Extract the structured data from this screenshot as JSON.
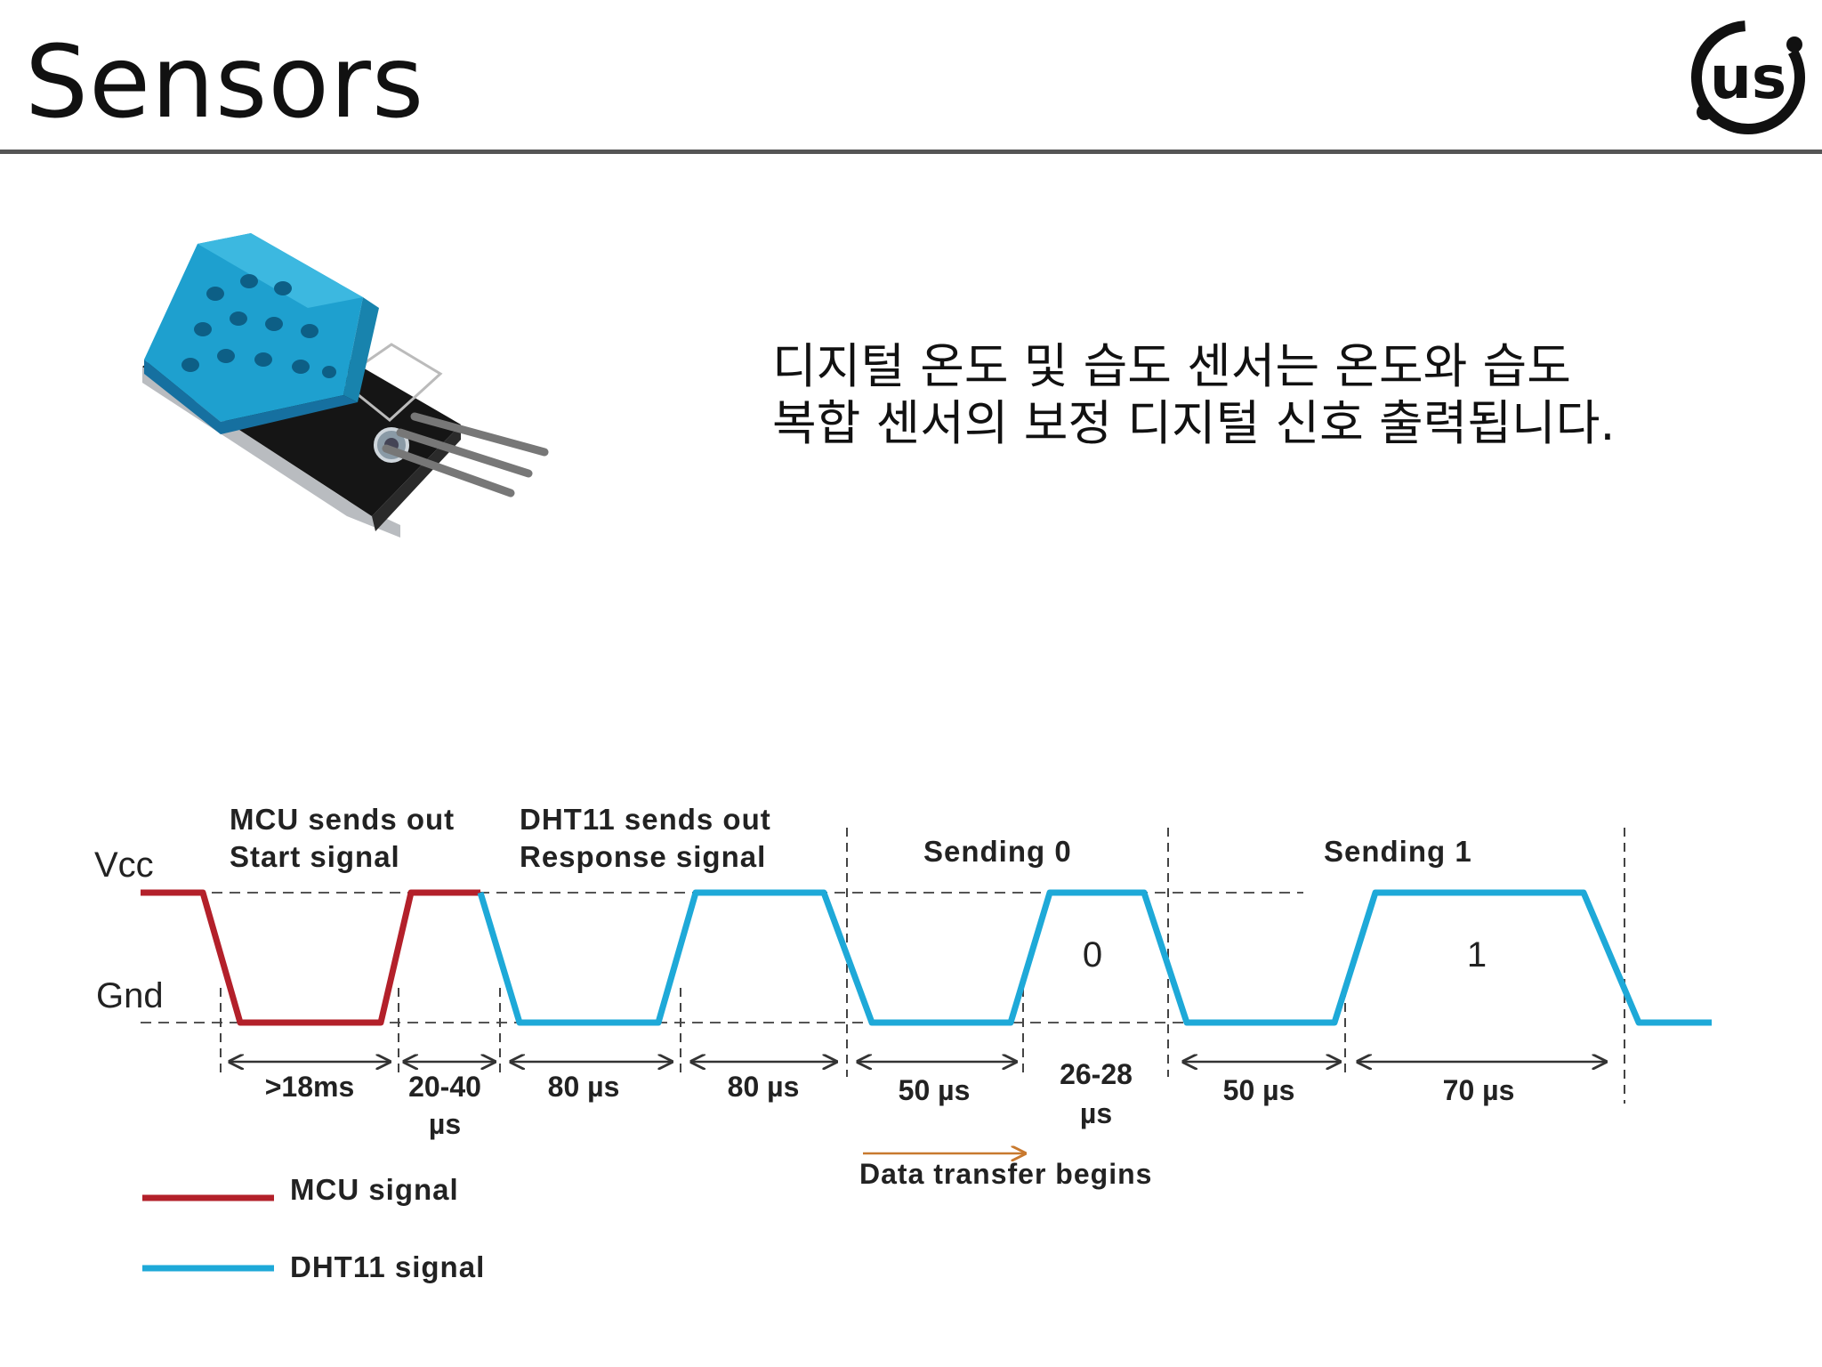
{
  "slide": {
    "title": "Sensors",
    "logo_text": "us",
    "description_lines": [
      "디지털 온도 및 습도 센서는 온도와 습도",
      "복합 센서의 보정 디지털 신호 출력됩니다."
    ]
  },
  "diagram": {
    "levels": {
      "vcc": "Vcc",
      "gnd": "Gnd"
    },
    "phases": {
      "mcu_start": [
        "MCU sends out",
        "Start signal"
      ],
      "dht_response": [
        "DHT11 sends out",
        "Response signal"
      ],
      "sending_0": "Sending 0",
      "sending_1": "Sending 1"
    },
    "bit_labels": {
      "zero": "0",
      "one": "1"
    },
    "durations": {
      "start_low": ">18ms",
      "start_high": [
        "20-40",
        "µs"
      ],
      "resp_low": "80  µs",
      "resp_high": "80  µs",
      "bit0_low": "50  µs",
      "bit0_high": [
        "26-28",
        "µs"
      ],
      "bit1_low": "50  µs",
      "bit1_high": "70  µs"
    },
    "data_transfer": "Data transfer begins",
    "legend": {
      "mcu": "MCU signal",
      "dht": "DHT11 signal"
    },
    "colors": {
      "mcu": "#b3202a",
      "dht": "#1ea9d8",
      "transfer_arrow": "#c8792e"
    }
  }
}
